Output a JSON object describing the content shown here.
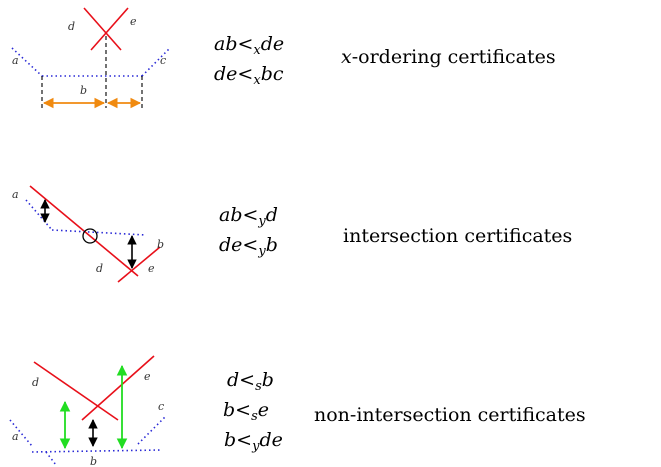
{
  "colors": {
    "segment": "#e8101a",
    "dotted": "#2a2ad6",
    "x_arrow": "#f08a10",
    "green_arrow": "#22dd22",
    "black_arrow": "#000000"
  },
  "rows": [
    {
      "labels": {
        "a": "a",
        "b": "b",
        "c": "c",
        "d": "d",
        "e": "e"
      },
      "certs": [
        {
          "pre": "ab",
          "rel": "<",
          "sub": "x",
          "post": "de"
        },
        {
          "pre": "de",
          "rel": "<",
          "sub": "x",
          "post": "bc"
        }
      ],
      "caption_italic": "x",
      "caption": "-ordering certificates"
    },
    {
      "labels": {
        "a": "a",
        "b": "b",
        "d": "d",
        "e": "e"
      },
      "certs": [
        {
          "pre": "ab",
          "rel": "<",
          "sub": "y",
          "post": "d"
        },
        {
          "pre": "de",
          "rel": "<",
          "sub": "y",
          "post": "b"
        }
      ],
      "caption": "intersection certificates"
    },
    {
      "labels": {
        "a": "a",
        "b": "b",
        "c": "c",
        "d": "d",
        "e": "e"
      },
      "certs": [
        {
          "pre": "d",
          "rel": "<",
          "sub": "s",
          "post": "b"
        },
        {
          "pre": "b",
          "rel": "<",
          "sub": "s",
          "post": "e"
        },
        {
          "pre": "b",
          "rel": "<",
          "sub": "y",
          "post": "de"
        }
      ],
      "caption": "non-intersection certificates"
    }
  ]
}
